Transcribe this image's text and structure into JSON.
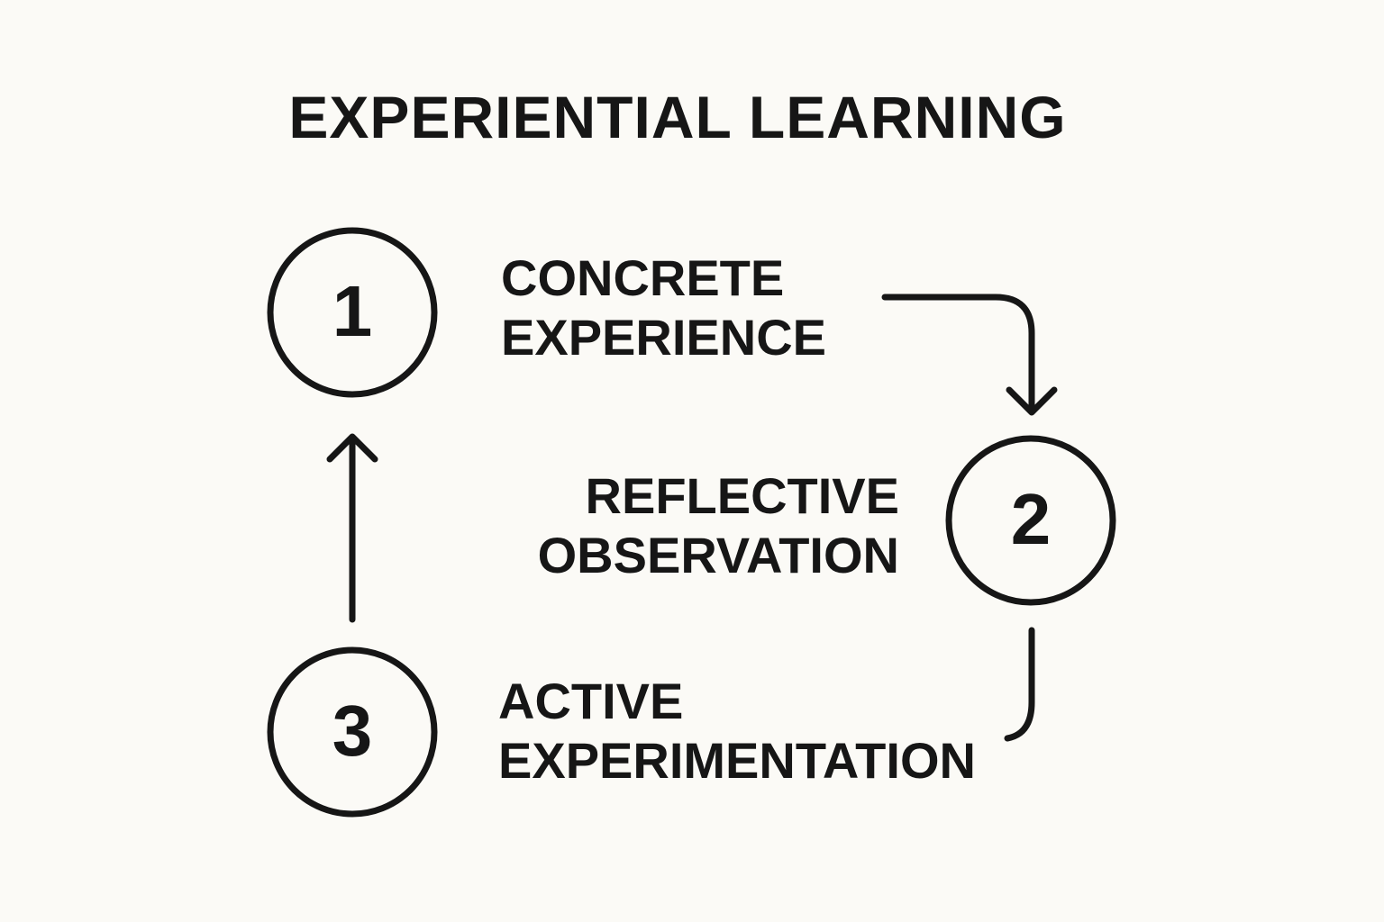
{
  "title": "EXPERIENTIAL LEARNING",
  "stages": [
    {
      "number": "1",
      "line1": "CONCRETE",
      "line2": "EXPERIENCE"
    },
    {
      "number": "2",
      "line1": "REFLECTIVE",
      "line2": "OBSERVATION"
    },
    {
      "number": "3",
      "line1": "ACTIVE",
      "line2": "EXPERIMENTATION"
    }
  ],
  "colors": {
    "background": "#fbfaf6",
    "ink": "#161616"
  }
}
